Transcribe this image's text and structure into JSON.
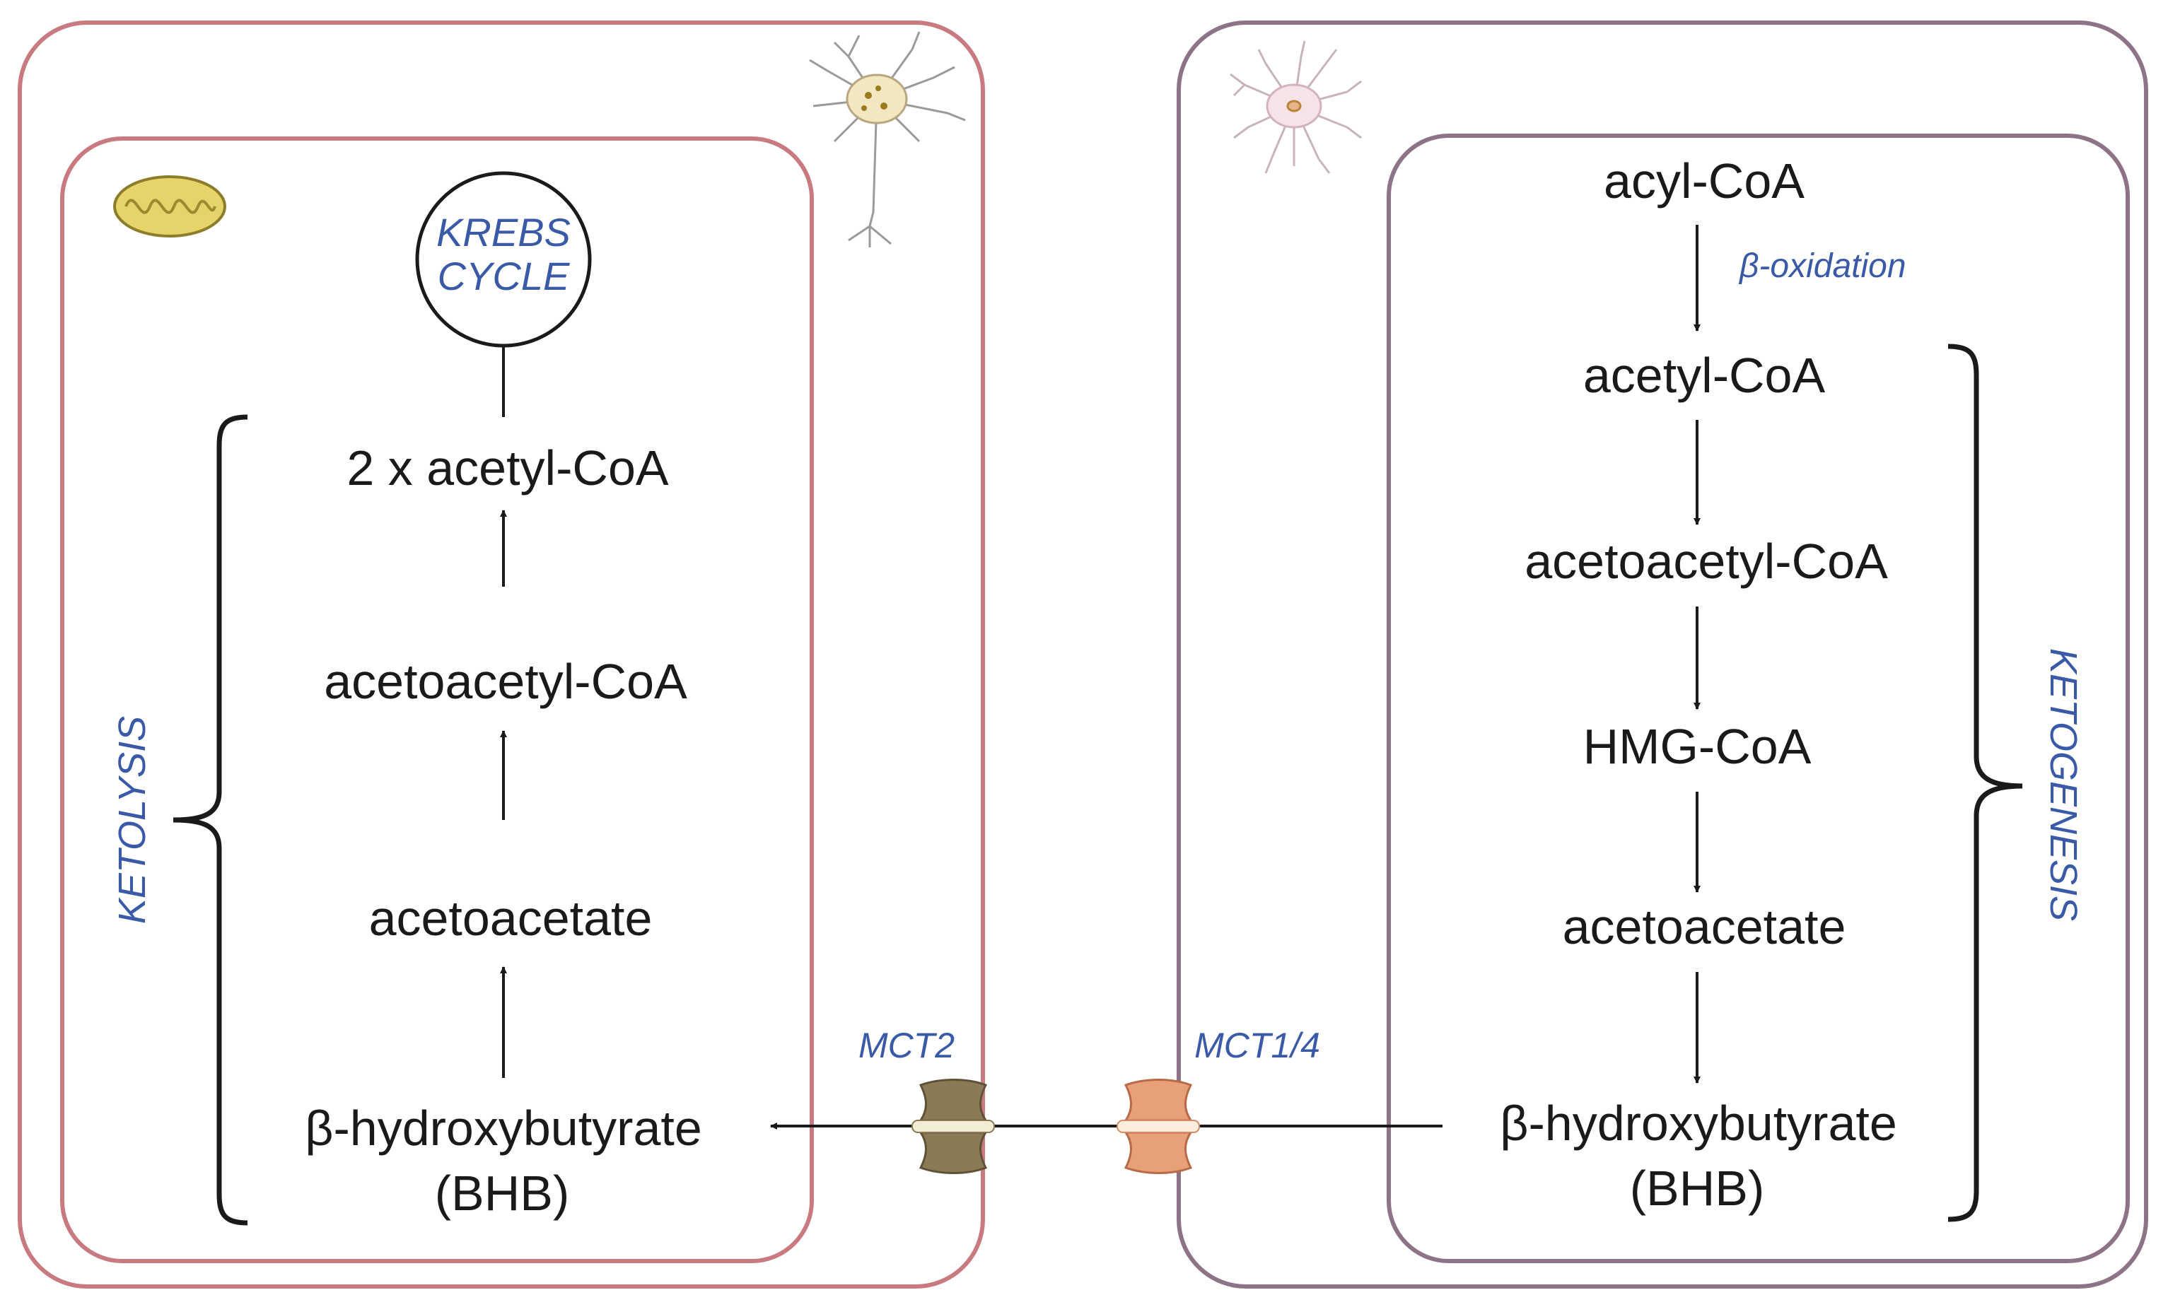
{
  "colors": {
    "neuron_membrane": "#c97a80",
    "astrocyte_membrane": "#8e7387",
    "label_blue": "#3a5aa8",
    "text": "#1a1a1a",
    "mct2_transporter": "#8a7a55",
    "mct14_transporter": "#e8a07a",
    "mitochondrion": "#e6d36a"
  },
  "neuron": {
    "icon": "neuron-icon",
    "mitochondrion_icon": "mitochondrion-icon",
    "krebs_line1": "KREBS",
    "krebs_line2": "CYCLE",
    "pathway_label": "KETOLYSIS",
    "metabolites": [
      "2 x acetyl-CoA",
      "acetoacetyl-CoA",
      "acetoacetate",
      "β-hydroxybutyrate"
    ],
    "bhb_abbrev": "(BHB)",
    "transporter": "MCT2"
  },
  "astrocyte": {
    "icon": "astrocyte-icon",
    "pathway_label": "KETOGENESIS",
    "oxidation_label": "β-oxidation",
    "metabolites": [
      "acyl-CoA",
      "acetyl-CoA",
      "acetoacetyl-CoA",
      "HMG-CoA",
      "acetoacetate",
      "β-hydroxybutyrate"
    ],
    "bhb_abbrev": "(BHB)",
    "transporter": "MCT1/4"
  }
}
